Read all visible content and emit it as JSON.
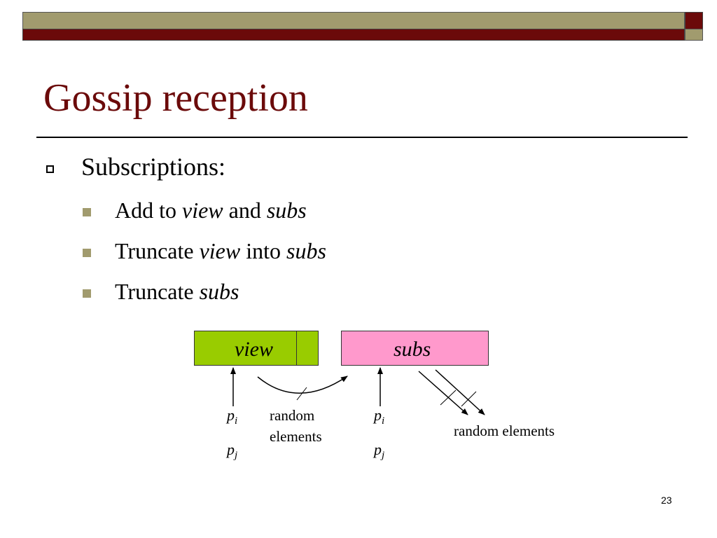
{
  "slide": {
    "title": "Gossip reception",
    "page_number": "23"
  },
  "bullets": {
    "level1": "Subscriptions:",
    "items": [
      {
        "pre": "Add to ",
        "em1": "view",
        "mid": " and ",
        "em2": "subs"
      },
      {
        "pre": "Truncate ",
        "em1": "view",
        "mid": " into ",
        "em2": "subs"
      },
      {
        "pre": "Truncate ",
        "em1": "subs",
        "mid": "",
        "em2": ""
      }
    ]
  },
  "diagram": {
    "view_label": "view",
    "subs_label": "subs",
    "p_letter": "p",
    "sub_i": "i",
    "sub_j": "j",
    "random_line1": "random",
    "random_line2": "elements",
    "random_elements": "random elements",
    "colors": {
      "view_fill": "#99cc00",
      "subs_fill": "#ff99cc",
      "title_color": "#6b0a0a",
      "accent_olive": "#a19b6e"
    }
  }
}
